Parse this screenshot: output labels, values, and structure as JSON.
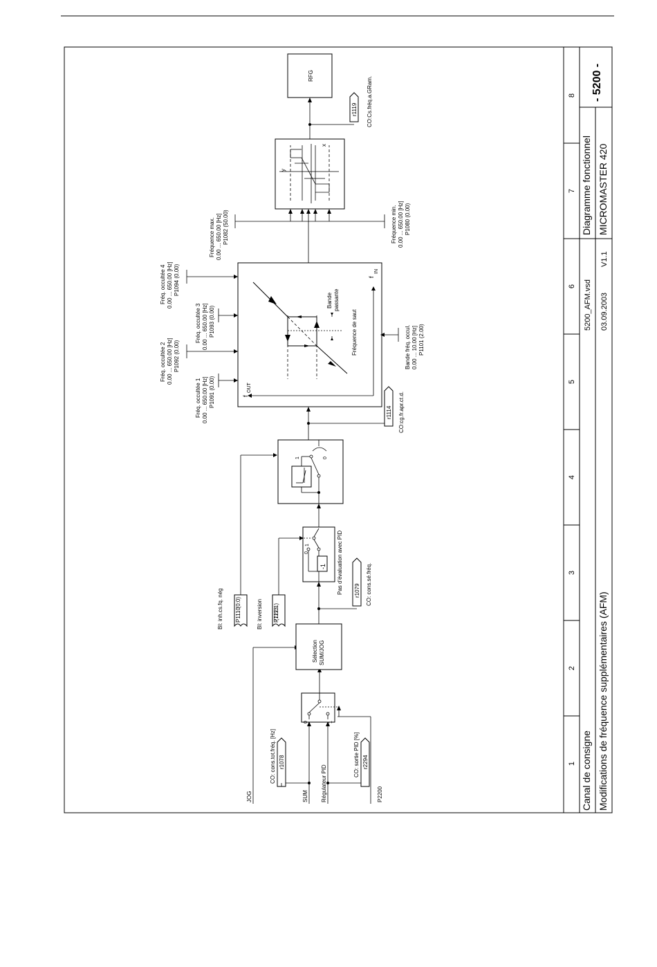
{
  "title_block": {
    "chapter": "Canal de consigne",
    "title": "Modifications de fréquence supplémentaires (AFM)",
    "sheet": "- 5200 -",
    "doc_type": "Diagramme fonctionnel",
    "product": "MICROMASTER 420",
    "file": "5200_AFM.vsd",
    "date": "03.09.2003",
    "version": "V1.1",
    "columns": [
      "1",
      "2",
      "3",
      "4",
      "5",
      "6",
      "7",
      "8"
    ]
  },
  "inputs": {
    "jog": "JOG",
    "sum": "SUM",
    "pid": "Régulateur PID",
    "p2200": "P2200"
  },
  "connectors": {
    "r1078": {
      "id": "r1078",
      "label": "CO: cons.tot.fréq. [Hz]"
    },
    "r2294": {
      "id": "r2294",
      "label": "CO: sortie PID [%]"
    },
    "r1079": {
      "id": "r1079",
      "label": "CO: cons.sé.fréq."
    },
    "r1114": {
      "id": "r1114",
      "label": "CO:cg.fr.apr.ct.d."
    },
    "r1119": {
      "id": "r1119",
      "label": "CO:Cs.fréq.a.GRam."
    }
  },
  "binectors": {
    "p1110": {
      "label": "BI: inh.cs.fq. nég",
      "param": "P1110",
      "default": "(0:0)"
    },
    "p1113": {
      "label": "BI: inversion",
      "param": "P1113",
      "default": "(722:1)"
    }
  },
  "blocks": {
    "selection": [
      "Sélection",
      "SUM/JOG"
    ],
    "pid_eval": "Pas d'évaluation avec PID",
    "neg": "-1",
    "rfg": "RFG",
    "switch_0": "0",
    "switch_1": "1"
  },
  "skip_params": {
    "f1": [
      "Fréq. occultée 1",
      "0.00 ... 650.00 [Hz]",
      "P1091 (0.00)"
    ],
    "f2": [
      "Fréq. occultée 2",
      "0.00 ... 650.00 [Hz]",
      "P1092 (0.00)"
    ],
    "f3": [
      "Fréq. occultée 3",
      "0.00 ... 650.00 [Hz]",
      "P1093 (0.00)"
    ],
    "f4": [
      "Fréq. occultée 4",
      "0.00 ... 650.00 [Hz]",
      "P1094 (0.00)"
    ],
    "band": [
      "Bande fréq. occul.",
      "0.00 ... 10.00 [Hz]",
      "P1101 (2.00)"
    ]
  },
  "limit_params": {
    "fmax": [
      "Fréquence max.",
      "0.00 ... 650.00 [Hz]",
      "P1082 (50.00)"
    ],
    "fmin": [
      "Fréquence min.",
      "0.00 ... 650.00 [Hz]",
      "P1080 (0.00)"
    ]
  },
  "skip_diagram": {
    "f_out": "f",
    "f_out_sub": "OUT",
    "f_in": "f",
    "f_in_sub": "IN",
    "band_label": [
      "Bande",
      "passante"
    ],
    "jump_label": "Fréquence de saut"
  },
  "limiter": {
    "x": "x",
    "y": "y"
  }
}
